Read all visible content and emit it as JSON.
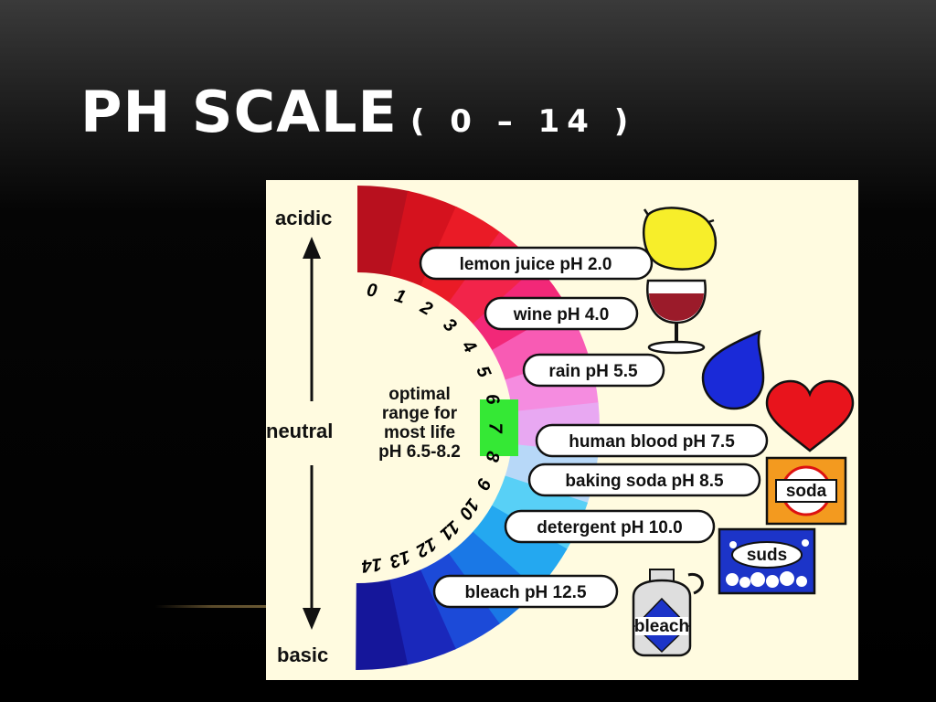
{
  "slide": {
    "title": "PH SCALE",
    "range": "( 0 – 14 )"
  },
  "scale": {
    "top_label": "acidic",
    "middle_label": "neutral",
    "bottom_label": "basic",
    "numbers": [
      "0",
      "1",
      "2",
      "3",
      "4",
      "5",
      "6",
      "7",
      "8",
      "9",
      "10",
      "11",
      "12",
      "13",
      "14"
    ],
    "optimal": [
      "optimal",
      "range for",
      "most life",
      "pH 6.5-8.2"
    ],
    "optimal_color": "#35e835"
  },
  "items": [
    {
      "label": "lemon juice pH 2.0",
      "icon": "lemon-icon"
    },
    {
      "label": "wine pH 4.0",
      "icon": "wine-glass-icon"
    },
    {
      "label": "rain pH 5.5",
      "icon": "raindrop-icon"
    },
    {
      "label": "human blood pH 7.5",
      "icon": "heart-icon"
    },
    {
      "label": "baking soda pH 8.5",
      "icon": "soda-box-icon"
    },
    {
      "label": "detergent pH 10.0",
      "icon": "suds-box-icon"
    },
    {
      "label": "bleach pH 12.5",
      "icon": "bleach-jug-icon"
    }
  ],
  "icon_labels": {
    "soda": "soda",
    "suds": "suds",
    "bleach": "bleach"
  },
  "colors": {
    "0": "#b8101e",
    "1": "#d5121e",
    "2": "#ea1b26",
    "3": "#f2244a",
    "4": "#f22878",
    "5": "#f85bb4",
    "6": "#f58ce0",
    "7": "#e8a8f2",
    "8": "#b7d8f8",
    "9": "#58d0f6",
    "10": "#24a8f0",
    "11": "#1a78e6",
    "12": "#1c4ad8",
    "13": "#1a28bb",
    "14": "#15169a"
  }
}
